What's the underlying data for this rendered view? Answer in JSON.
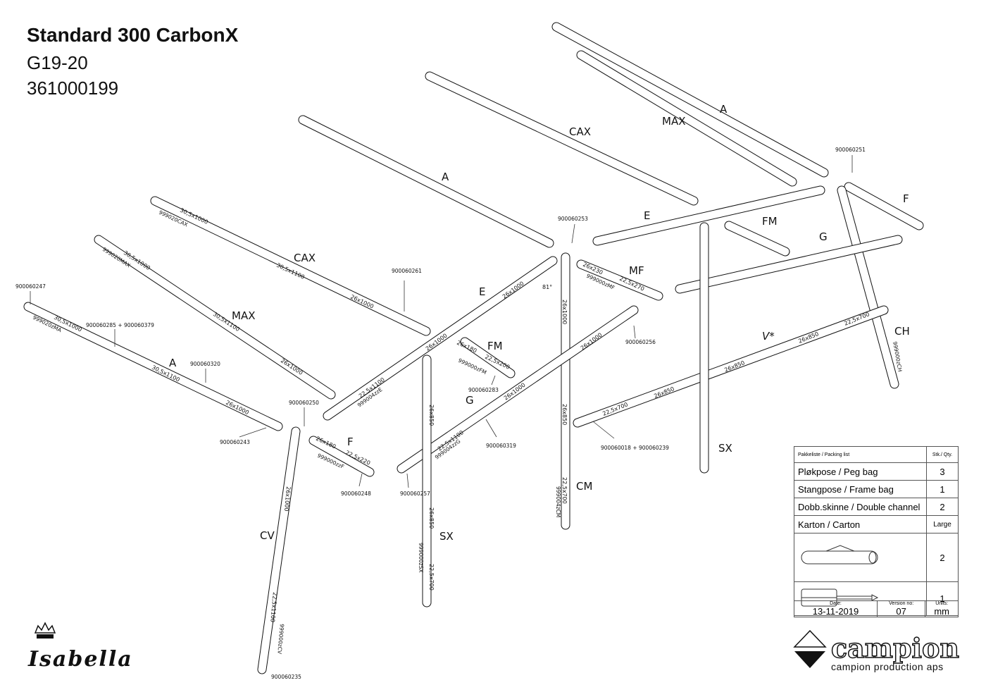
{
  "header": {
    "title": "Standard 300 CarbonX",
    "model": "G19-20",
    "article_no": "361000199"
  },
  "labels": {
    "a_top": "A",
    "max_top": "MAX",
    "cax_top": "CAX",
    "a_mid": "A",
    "e_top": "E",
    "fm_right": "FM",
    "g_right": "G",
    "f_right": "F",
    "ch": "CH",
    "v": "V*",
    "sx_right": "SX",
    "mf": "MF",
    "e_left": "E",
    "fm_center": "FM",
    "g_center": "G",
    "cm": "CM",
    "cax_left": "CAX",
    "max_left": "MAX",
    "a_left": "A",
    "f_left": "F",
    "cv": "CV",
    "sx_left": "SX"
  },
  "dimensions": {
    "cax_1": "30,5x1000",
    "cax_2": "30,5x1100",
    "cax_3": "26x1000",
    "max_1": "30,5x1000",
    "max_2": "30,5x1100",
    "max_3": "26x1000",
    "a_1": "30,5x1000",
    "a_2": "30,5x1100",
    "a_3": "26x1000",
    "e_1": "26x1000",
    "e_2": "26x1000",
    "e_3": "22,5x1100",
    "mf_1": "26x230",
    "mf_2": "22,5x270",
    "cm_1": "26x1000",
    "cm_2": "26x850",
    "cm_3": "22,5x700",
    "g_1": "26x1000",
    "g_2": "26x1000",
    "g_3": "22,5x1100",
    "fm_1": "26x180",
    "fm_2": "22,5x200",
    "f_1": "26x180",
    "f_2": "22,5x220",
    "sx_1": "26x850",
    "sx_2": "26x850",
    "sx_3": "22,5x700",
    "cv_1": "26x1000",
    "cv_2": "22,5x1100",
    "v_1": "22,5x700",
    "v_2": "26x850",
    "v_3": "26x850",
    "v_4": "26x850",
    "v_5": "22,5x700",
    "angle": "81°"
  },
  "codes": {
    "cax": "999020CAX",
    "max": "999020MAX",
    "a": "999020zMA",
    "e": "999004zzE",
    "mf": "999000zMF",
    "cm": "999004zCM",
    "g": "999004zzG",
    "fm": "999000zFM",
    "f": "999000zzF",
    "sx": "999000zSX",
    "cv": "999000zCV",
    "ch": "999000zCH"
  },
  "parts": {
    "p247": "900060247",
    "p285": "900060285 + 900060379",
    "p320": "900060320",
    "p243": "900060243",
    "p250": "900060250",
    "p248": "900060248",
    "p257": "900060257",
    "p261": "900060261",
    "p283": "900060283",
    "p319": "900060319",
    "p253": "900060253",
    "p256": "900060256",
    "p018": "900060018 + 900060239",
    "p251": "900060251",
    "p235": "900060235"
  },
  "packing_list": {
    "header": "Pakkeliste / Packing list",
    "qty_header": "Stk./ Qty.",
    "items": [
      {
        "name": "Pløkpose / Peg bag",
        "qty": "3"
      },
      {
        "name": "Stangpose / Frame bag",
        "qty": "1"
      },
      {
        "name": "Dobb.skinne / Double channel",
        "qty": "2"
      },
      {
        "name": "Karton / Carton",
        "qty": "Large"
      }
    ],
    "clamp_qty": "2",
    "screwdriver_qty": "1"
  },
  "meta": {
    "date_label": "Date:",
    "date": "13-11-2019",
    "version_label": "Version no:",
    "version": "07",
    "units_label": "Units:",
    "units": "mm"
  },
  "brand": {
    "name": "campion",
    "tagline": "campion production aps",
    "logo_left": "Isabella"
  }
}
